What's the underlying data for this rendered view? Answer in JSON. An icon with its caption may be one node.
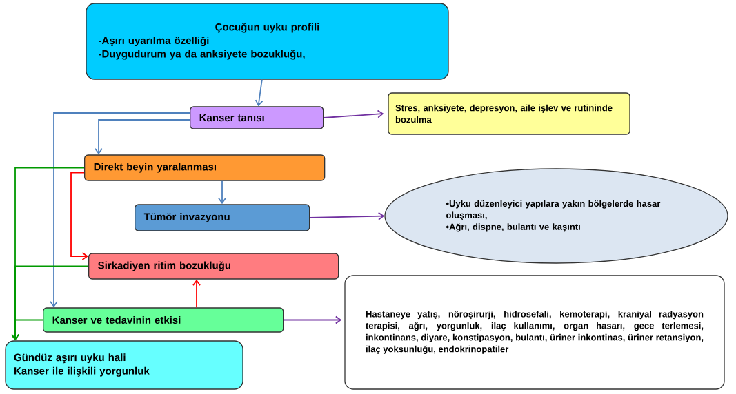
{
  "diagram": {
    "nodes": [
      {
        "text": [
          "Çocuğun uyku profili",
          "-Aşırı uyarılma özelliği",
          "-Duygudurum ya da anksiyete bozukluğu,"
        ]
      },
      {
        "text": [
          "Kanser tanısı"
        ]
      },
      {
        "text": [
          "Stres, anksiyete, depresyon, aile işlev ve rutininde bozulma"
        ]
      },
      {
        "text": [
          "Direkt beyin yaralanması"
        ]
      },
      {
        "text": [
          "Tümör invazyonu"
        ]
      },
      {
        "text": [
          "•Uyku düzenleyici yapılara yakın bölgelerde hasar oluşması,",
          "•Ağrı, dispne, bulantı ve kaşıntı"
        ]
      },
      {
        "text": [
          "Sirkadiyen ritim bozukluğu"
        ]
      },
      {
        "text": [
          "Hastaneye yatış, nöroşirurji, hidrosefali, kemoterapi, kraniyal radyasyon terapisi, ağrı, yorgunluk, ilaç kullanımı, organ hasarı, gece terlemesi, inkontinans, diyare, konstipasyon, bulantı, üriner inkontinas, üriner retansiyon, ilaç yoksunluğu, endokrinopatiler"
        ]
      },
      {
        "text": [
          "Kanser ve tedavinin etkisi"
        ]
      },
      {
        "text": [
          "Gündüz aşırı uyku hali",
          "Kanser ile ilişkili yorgunluk"
        ]
      }
    ],
    "edges": [
      {
        "from": 0,
        "to": 1,
        "arrow": "to"
      },
      {
        "from": 1,
        "to": 2,
        "arrow": "to",
        "color": "#7030a0"
      },
      {
        "from": 1,
        "to": 3,
        "arrow": "to"
      },
      {
        "from": 1,
        "to": 8,
        "arrow": "to"
      },
      {
        "from": 3,
        "to": 4,
        "arrow": "to"
      },
      {
        "from": 4,
        "to": 5,
        "arrow": "to",
        "color": "#7030a0"
      },
      {
        "from": 3,
        "to": 6,
        "arrow": "to",
        "color": "#ff0000"
      },
      {
        "from": 8,
        "to": 6,
        "arrow": "to",
        "color": "#ff0000"
      },
      {
        "from": 8,
        "to": 7,
        "arrow": "to",
        "color": "#7030a0"
      },
      {
        "from": 3,
        "to": 9,
        "arrow": "to",
        "color": "#009900"
      },
      {
        "from": 6,
        "to": 9,
        "arrow": "to",
        "color": "#009900"
      },
      {
        "from": 8,
        "to": 9,
        "arrow": "to",
        "color": "#009900"
      }
    ]
  }
}
